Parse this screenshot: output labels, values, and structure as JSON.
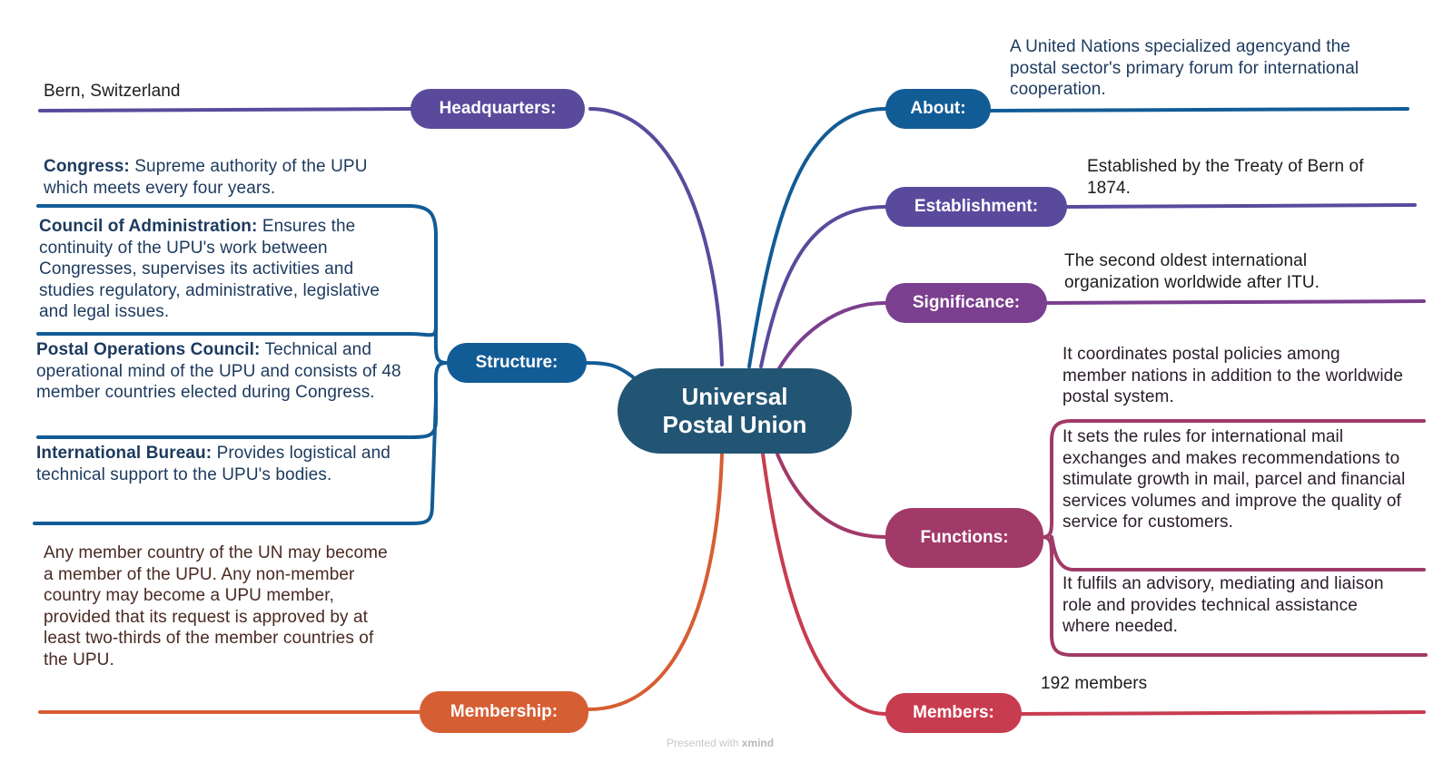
{
  "central": {
    "line1": "Universal",
    "line2": "Postal Union",
    "color": "#225574"
  },
  "colors": {
    "headquarters": "#5a4a9c",
    "structure": "#125c96",
    "membership": "#d65e33",
    "about": "#125c96",
    "establishment": "#5a4a9c",
    "significance": "#7b3f8f",
    "functions": "#a13a68",
    "members": "#c83c50",
    "text_dark": "#1c3a5e",
    "text_brown": "#4a2a22"
  },
  "branches": {
    "headquarters": {
      "label": "Headquarters:",
      "text": "Bern, Switzerland"
    },
    "structure": {
      "label": "Structure:",
      "items": [
        {
          "term": "Congress:",
          "desc": " Supreme authority of the UPU which meets every four years."
        },
        {
          "term": "Council of Administration:",
          "desc": " Ensures the continuity of the UPU's work between Congresses, supervises its activities and studies regulatory, administrative, legislative and legal issues."
        },
        {
          "term": "Postal Operations Council:",
          "desc": " Technical and operational mind of the UPU and consists of 48 member countries elected during Congress."
        },
        {
          "term": "International Bureau:",
          "desc": " Provides logistical and technical support to the UPU's bodies."
        }
      ]
    },
    "membership": {
      "label": "Membership:",
      "text": "Any member country of the UN may become a member of the UPU. Any non-member country may become a UPU member, provided that its request is approved by at least two-thirds of the member countries of the UPU."
    },
    "about": {
      "label": "About:",
      "text": "A United Nations specialized agencyand the postal sector's primary forum for international cooperation."
    },
    "establishment": {
      "label": "Establishment:",
      "text": "Established by the Treaty of Bern of 1874."
    },
    "significance": {
      "label": "Significance:",
      "text": "The second oldest international organization worldwide after ITU."
    },
    "functions": {
      "label": "Functions:",
      "items": [
        "It coordinates postal policies among member nations in addition to the worldwide postal system.",
        "It sets the rules for international mail exchanges and makes recommendations to stimulate growth in mail, parcel and financial services volumes and improve the quality of service for customers.",
        "It fulfils an advisory, mediating and liaison role and provides technical assistance where needed."
      ]
    },
    "members": {
      "label": "Members:",
      "text": "192 members"
    }
  },
  "footer": {
    "prefix": "Presented with",
    "brand": "xmind"
  }
}
